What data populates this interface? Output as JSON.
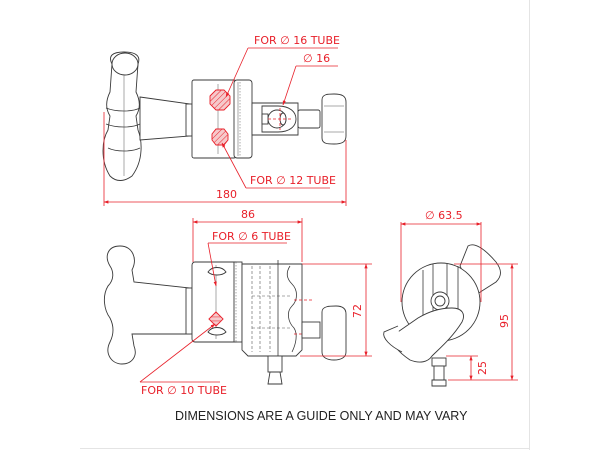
{
  "colors": {
    "dimension": "#e8202a",
    "outline": "#3a3a3a",
    "note": "#222222",
    "background": "#ffffff"
  },
  "top_view": {
    "callouts": {
      "tube16": "FOR ∅ 16 TUBE",
      "dia16": "∅ 16",
      "tube12": "FOR ∅ 12 TUBE"
    },
    "overall_length": "180"
  },
  "front_view": {
    "callouts": {
      "tube6": "FOR ∅ 6 TUBE",
      "tube10": "FOR ∅ 10 TUBE"
    },
    "width": "86",
    "height": "72"
  },
  "side_view": {
    "diameter": "∅ 63.5",
    "height": "95",
    "spigot_height": "25"
  },
  "footer": {
    "note": "DIMENSIONS ARE A GUIDE ONLY AND MAY VARY"
  }
}
